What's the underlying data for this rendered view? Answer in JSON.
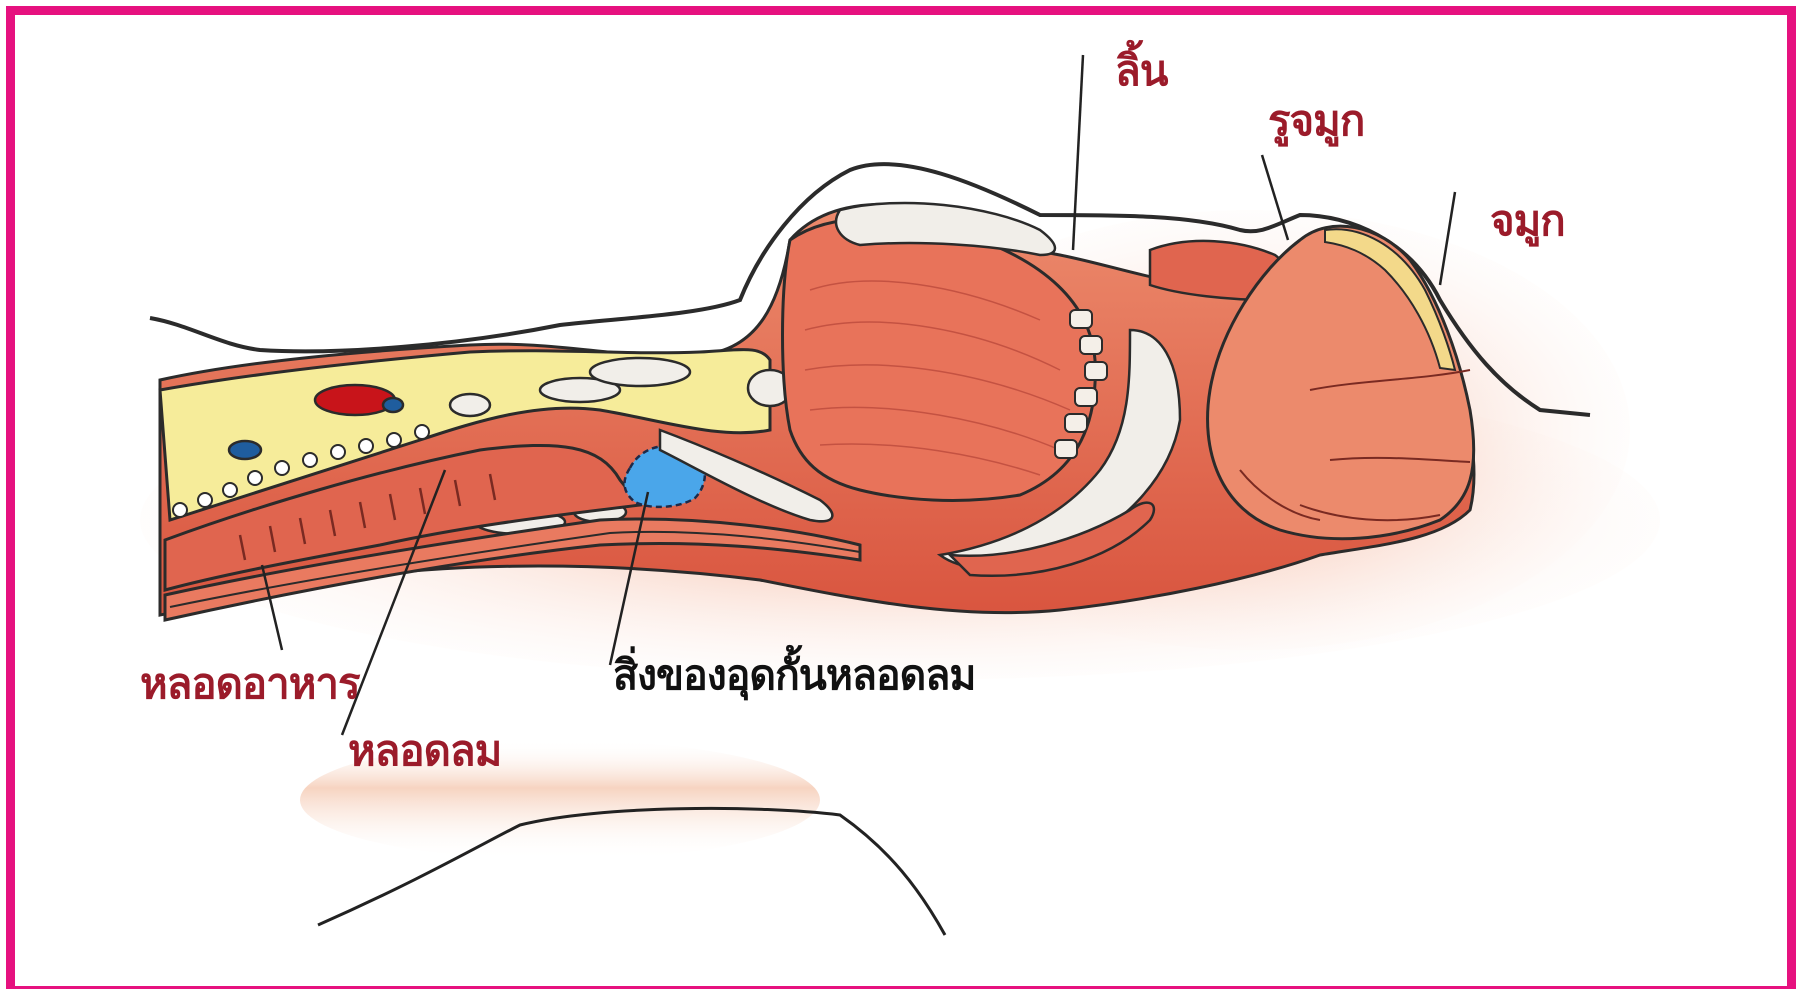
{
  "diagram": {
    "labels": {
      "tongue": "ลิ้น",
      "nostril": "รูจมูก",
      "nose": "จมูก",
      "esophagus": "หลอดอาหาร",
      "trachea": "หลอดลม",
      "obstruction": "สิ่งของอุดกั้นหลอดลม"
    },
    "colors": {
      "frame": "#e6117f",
      "label_red": "#9b1b2a",
      "label_black": "#111111",
      "tissue": "#e8735a",
      "tissue_dark": "#c9453a",
      "fat_yellow": "#f6ec9a",
      "cartilage": "#f1eee9",
      "obstruction_blue": "#4aa6ea",
      "skin_glow": "#f7cdb8"
    }
  }
}
